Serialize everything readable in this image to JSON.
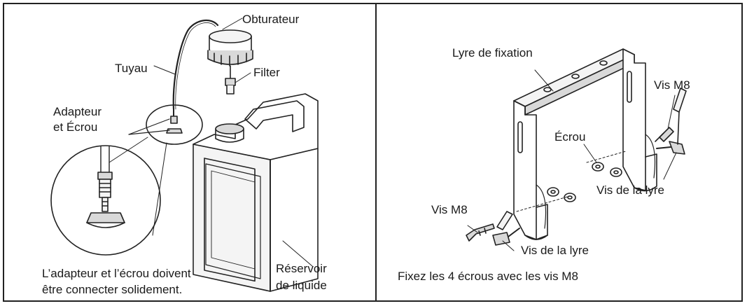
{
  "left_panel": {
    "labels": {
      "obturateur": "Obturateur",
      "tuyau": "Tuyau",
      "filter": "Filter",
      "adapteur_line1": "Adapteur",
      "adapteur_line2": "et Écrou",
      "reservoir_line1": "Réservoir",
      "reservoir_line2": "de liquide"
    },
    "caption_line1": "L’adapteur et l’écrou doivent",
    "caption_line2": "être connecter solidement."
  },
  "right_panel": {
    "labels": {
      "lyre": "Lyre de fixation",
      "vis_m8_top": "Vis M8",
      "ecrou": "Écrou",
      "vis_lyre_right": "Vis de la lyre",
      "vis_m8_left": "Vis M8",
      "vis_lyre_bottom": "Vis de la lyre"
    },
    "caption": "Fixez les 4 écrous avec les vis M8"
  },
  "colors": {
    "line": "#222222",
    "fill_light": "#f4f4f4",
    "fill_mid": "#d9d9d9"
  }
}
